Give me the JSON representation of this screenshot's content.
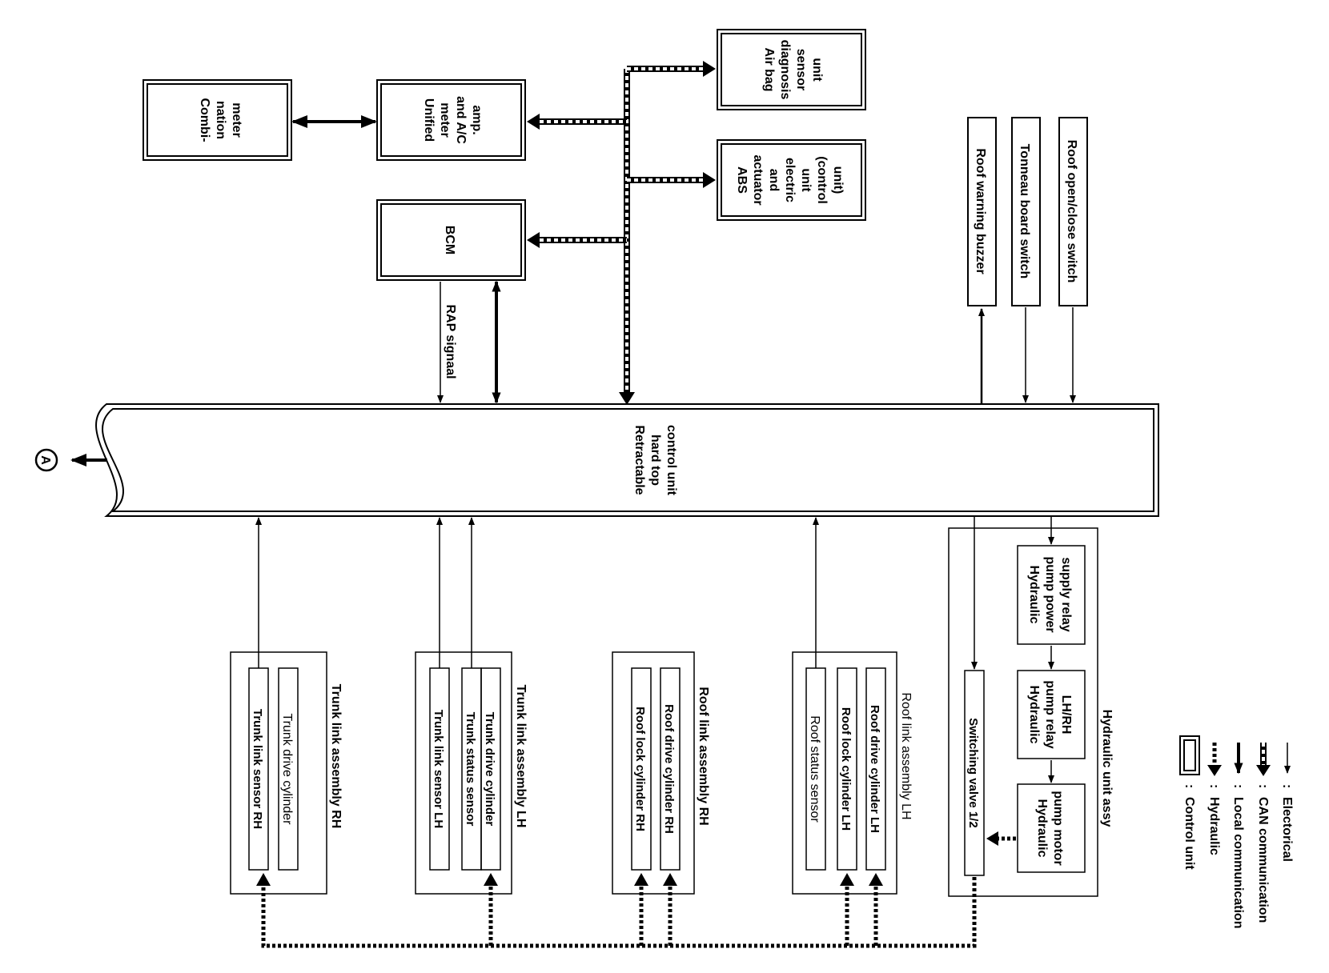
{
  "blocks": {
    "combination_meter": [
      "Combi-",
      "nation",
      "meter"
    ],
    "unified_meter": [
      "Unified",
      "meter",
      "and A/C",
      "amp."
    ],
    "bcm": [
      "BCM"
    ],
    "airbag": [
      "Air bag",
      "diagnosis",
      "sensor",
      "unit"
    ],
    "abs": [
      "ABS",
      "actuator",
      "and",
      "electric",
      "unit",
      "(control",
      "unit)"
    ],
    "roof_switch": [
      "Roof open/close switch"
    ],
    "tonneau_switch": [
      "Tonneau board switch"
    ],
    "roof_buzzer": [
      "Roof warning buzzer"
    ],
    "control_unit": [
      "Retractable",
      "hard top",
      "control unit"
    ],
    "pump_power_relay": [
      "Hydraulic",
      "pump power",
      "supply relay"
    ],
    "pump_relay": [
      "Hydraulic",
      "pump relay",
      "LH/RH"
    ],
    "pump_motor": [
      "Hydraulic",
      "pump motor"
    ],
    "switching_valve": [
      "Switching valve 1/2"
    ]
  },
  "groups": {
    "hydraulic_unit": "Hydraulic unit assy",
    "roof_link_lh": "Roof link assembly LH",
    "roof_link_rh": "Roof link assembly RH",
    "trunk_link_lh": "Trunk link assembly LH",
    "trunk_link_rh": "Trunk link assembly RH"
  },
  "components": {
    "roof_drive_lh": "Roof drive cylinder LH",
    "roof_lock_lh": "Roof lock cylinder LH",
    "roof_status": "Roof status sensor",
    "roof_drive_rh": "Roof drive cylinder RH",
    "roof_lock_rh": "Roof lock cylinder RH",
    "trunk_drive_lh": "Trunk drive cylinder",
    "trunk_status": "Trunk status sensor",
    "trunk_sensor_lh": "Trunk link sensor LH",
    "trunk_drive_rh": "Trunk drive cylinder",
    "trunk_sensor_rh": "Trunk link sensor RH"
  },
  "signals": {
    "rap": "RAP signaal"
  },
  "connector": "A",
  "legend": {
    "electrical": "Electorical",
    "can": "CAN communication",
    "local": "Local communication",
    "hydraulic": "Hydraulic",
    "control_unit": "Control unit",
    "separator": ":"
  }
}
